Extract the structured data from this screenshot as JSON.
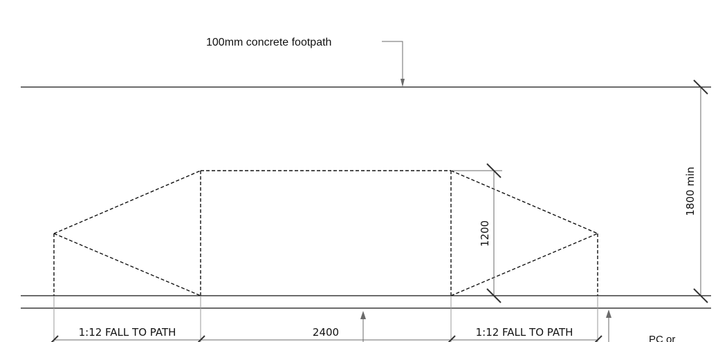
{
  "labels": {
    "footpath_callout": "100mm concrete footpath",
    "dim_vertical_total": "1800 min",
    "dim_vertical_ramp": "1200",
    "dim_left_fall": "1:12 FALL TO PATH",
    "dim_centre": "2400",
    "dim_right_fall": "1:12 FALL TO PATH",
    "note_bottom_right": "PC or"
  },
  "colors": {
    "line": "#3a3a3a",
    "dim_line": "#6a6a6a",
    "dashed": "#111111",
    "text": "#111111"
  }
}
